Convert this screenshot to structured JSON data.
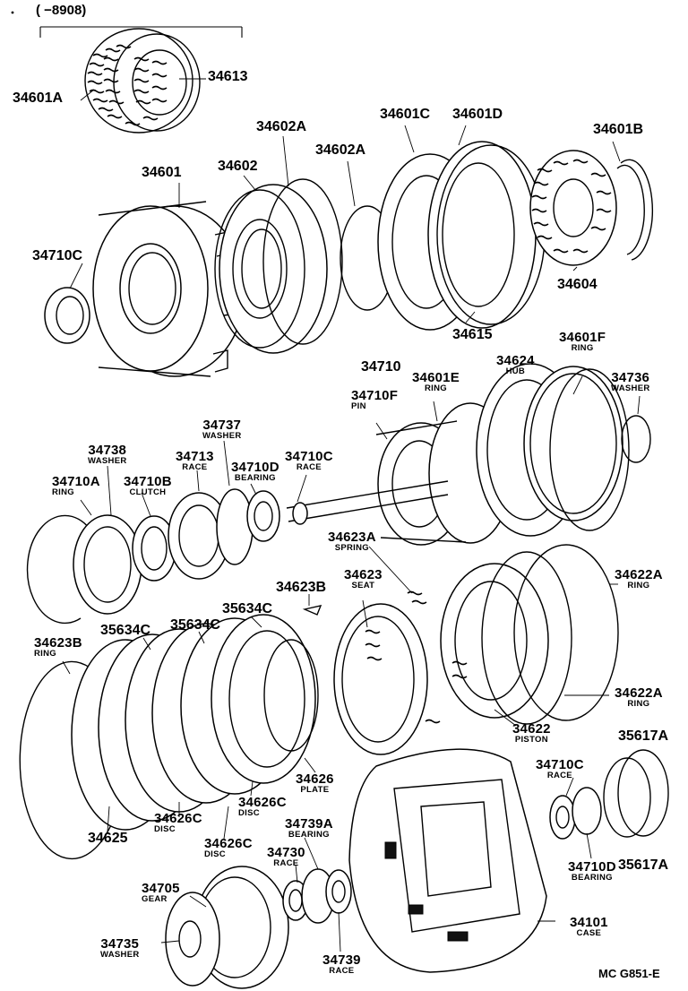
{
  "diagram": {
    "header": "(    −8908)",
    "figure_code": "MC G851-E",
    "labels": {
      "p34601A": "34601A",
      "p34613": "34613",
      "p34601": "34601",
      "p34602": "34602",
      "p34602A_1": "34602A",
      "p34602A_2": "34602A",
      "p34601C": "34601C",
      "p34601D": "34601D",
      "p34601B": "34601B",
      "p34604": "34604",
      "p34615": "34615",
      "p34710C_1": "34710C",
      "p34710": "34710",
      "p34710F": "34710F",
      "pin": "PIN",
      "p34601E": "34601E",
      "ring_e": "RING",
      "p34624": "34624",
      "hub": "HUB",
      "p34601F": "34601F",
      "ring_f": "RING",
      "p34736": "34736",
      "washer_736": "WASHER",
      "p34737": "34737",
      "washer_737": "WASHER",
      "p34738": "34738",
      "washer_738": "WASHER",
      "p34713": "34713",
      "race_713": "RACE",
      "p34710D_1": "34710D",
      "bearing_1": "BEARING",
      "p34710C_2": "34710C",
      "race_2": "RACE",
      "p34710A": "34710A",
      "ring_a": "RING",
      "p34710B": "34710B",
      "clutch": "CLUTCH",
      "p34623A": "34623A",
      "spring": "SPRING",
      "p34623": "34623",
      "seat": "SEAT",
      "p34622A_1": "34622A",
      "ring_622a1": "RING",
      "p34623B_1": "34623B",
      "p34623B_2": "34623B",
      "ring_623b": "RING",
      "p35634C_1": "35634C",
      "p35634C_2": "35634C",
      "p35634C_3": "35634C",
      "p34622A_2": "34622A",
      "ring_622a2": "RING",
      "p34622": "34622",
      "piston": "PISTON",
      "p35617A_1": "35617A",
      "p34710C_3": "34710C",
      "race_3": "RACE",
      "p34626": "34626",
      "plate": "PLATE",
      "p34626C_1": "34626C",
      "disc_1": "DISC",
      "p34626C_2": "34626C",
      "disc_2": "DISC",
      "p34626C_3": "34626C",
      "disc_3": "DISC",
      "p34625": "34625",
      "p34739A": "34739A",
      "bearing_739a": "BEARING",
      "p34730": "34730",
      "race_730": "RACE",
      "p34705": "34705",
      "gear": "GEAR",
      "p34710D_2": "34710D",
      "bearing_2": "BEARING",
      "p35617A_2": "35617A",
      "p34101": "34101",
      "case": "CASE",
      "p34735": "34735",
      "washer_735": "WASHER",
      "p34739": "34739",
      "race_739": "RACE"
    }
  }
}
